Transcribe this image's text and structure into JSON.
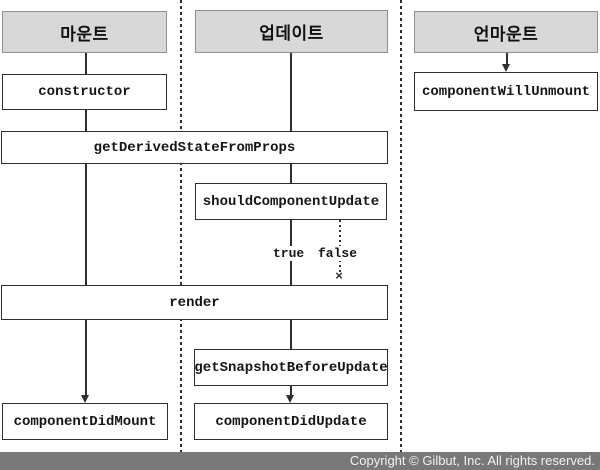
{
  "diagram": {
    "title_semantic": "React component lifecycle flow",
    "columns": [
      {
        "id": "mount",
        "title": "마운트"
      },
      {
        "id": "update",
        "title": "업데이트"
      },
      {
        "id": "unmount",
        "title": "언마운트"
      }
    ],
    "nodes": [
      {
        "id": "constructor",
        "label": "constructor"
      },
      {
        "id": "getDerivedStateFromProps",
        "label": "getDerivedStateFromProps"
      },
      {
        "id": "shouldComponentUpdate",
        "label": "shouldComponentUpdate"
      },
      {
        "id": "render",
        "label": "render"
      },
      {
        "id": "getSnapshotBeforeUpdate",
        "label": "getSnapshotBeforeUpdate"
      },
      {
        "id": "componentDidMount",
        "label": "componentDidMount"
      },
      {
        "id": "componentDidUpdate",
        "label": "componentDidUpdate"
      },
      {
        "id": "componentWillUnmount",
        "label": "componentWillUnmount"
      }
    ],
    "branch": {
      "true_label": "true",
      "false_label": "false",
      "stop_mark": "×"
    }
  },
  "footer": {
    "copyright": "Copyright © Gilbut, Inc. All rights reserved."
  },
  "colors": {
    "header_fill": "#d8d8d8",
    "header_border": "#8f8f8f",
    "box_border": "#2e2e2e",
    "line": "#2e2e2e",
    "footer_bg": "#787878",
    "footer_text": "#f2f2f2"
  }
}
